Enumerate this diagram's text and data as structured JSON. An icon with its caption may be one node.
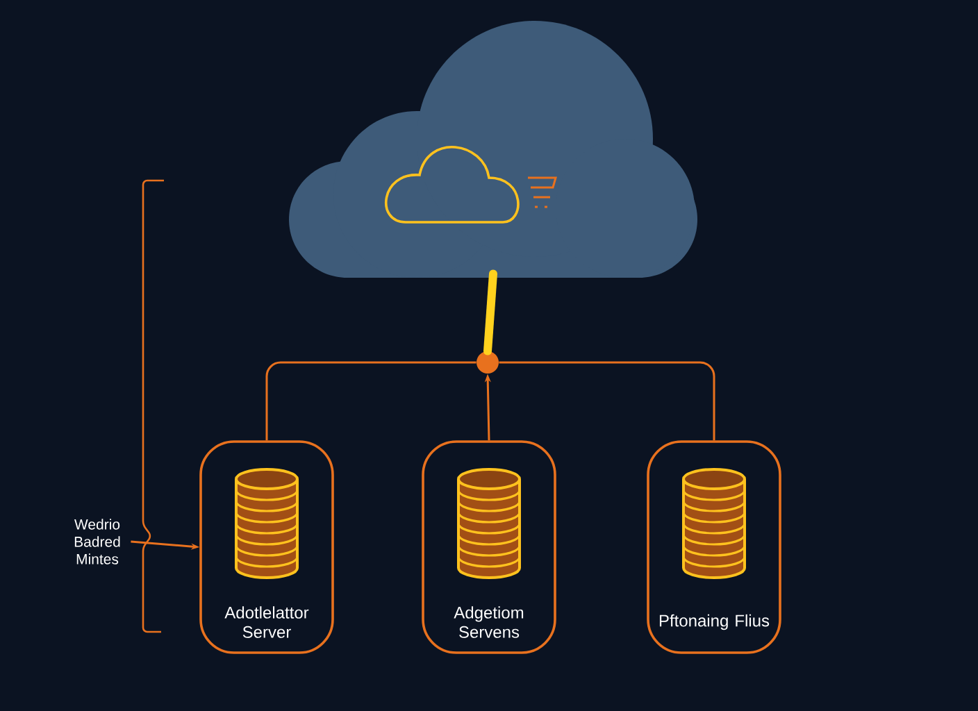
{
  "diagram": {
    "nodes": [
      {
        "text": [],
        "shape": "cloud"
      },
      {
        "text": [],
        "shape": "circle"
      },
      {
        "text": [
          "Adotlelattor Server"
        ]
      },
      {
        "text": [
          "Adgetiom Servens"
        ]
      },
      {
        "text": [
          "Pftonaing Flius"
        ]
      },
      {
        "text": [
          "Wedrio Badred Mintes"
        ]
      }
    ],
    "edges": [
      {
        "from": 0,
        "to": 1,
        "arrow": "none",
        "style": "thick",
        "color": "#ffd21e"
      },
      {
        "from": 1,
        "to": 2,
        "arrow": "none"
      },
      {
        "from": 1,
        "to": 4,
        "arrow": "none"
      },
      {
        "from": 3,
        "to": 1,
        "arrow": "to"
      },
      {
        "from": 5,
        "to": 2,
        "arrow": "to"
      }
    ]
  }
}
